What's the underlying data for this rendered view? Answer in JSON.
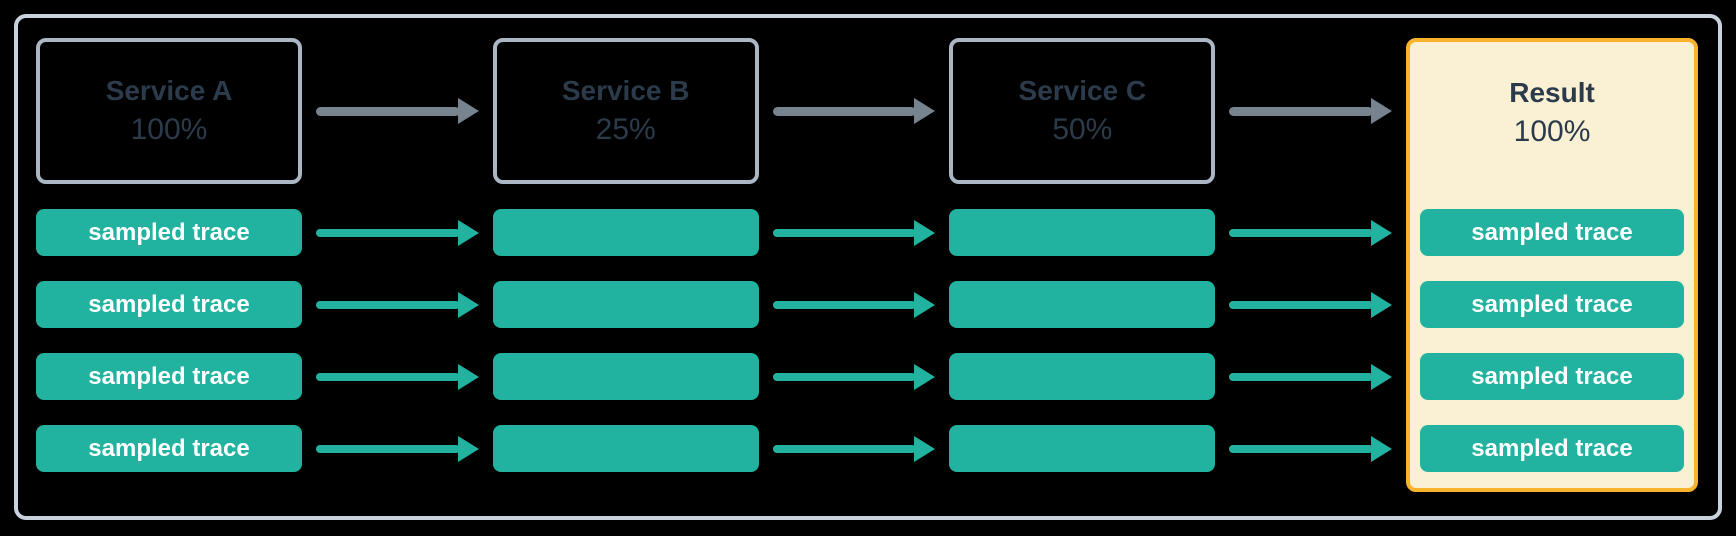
{
  "colors": {
    "background": "#000000",
    "frame_border": "#c8d2dc",
    "service_border": "#aab6c3",
    "service_text": "#2c3b4b",
    "trace_fill": "#21b2a0",
    "trace_text": "#ffffff",
    "flow_arrow": "#77838f",
    "result_bg": "#faf0d4",
    "result_border": "#f7b32b"
  },
  "columns": [
    {
      "title": "Service A",
      "rate": "100%",
      "traces": [
        "sampled trace",
        "sampled trace",
        "sampled trace",
        "sampled trace"
      ]
    },
    {
      "title": "Service B",
      "rate": "25%",
      "traces": [
        "",
        "",
        "",
        ""
      ]
    },
    {
      "title": "Service C",
      "rate": "50%",
      "traces": [
        "",
        "",
        "",
        ""
      ]
    },
    {
      "title": "Result",
      "rate": "100%",
      "traces": [
        "sampled trace",
        "sampled trace",
        "sampled trace",
        "sampled trace"
      ]
    }
  ]
}
